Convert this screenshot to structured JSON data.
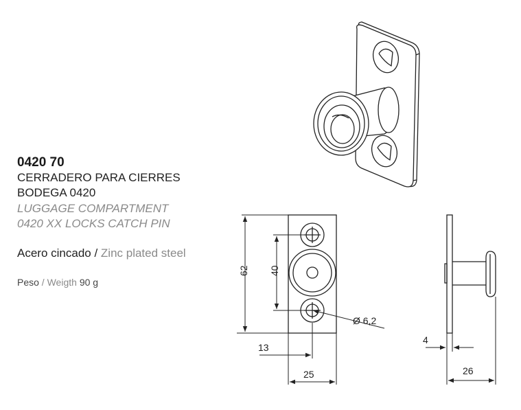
{
  "product": {
    "code": "0420 70",
    "name_es_line1": "CERRADERO PARA CIERRES",
    "name_es_line2": "BODEGA 0420",
    "name_en_line1": "LUGGAGE COMPARTMENT",
    "name_en_line2": "0420 XX  LOCKS CATCH  PIN"
  },
  "material": {
    "es": "Acero cincado",
    "separator": " / ",
    "en": "Zinc plated steel"
  },
  "weight": {
    "es": "Peso",
    "separator": " / ",
    "en": "Weigth",
    "value": "90 g"
  },
  "dimensions": {
    "height": "62",
    "hole_spacing": "40",
    "hole_diameter": "Ø 6,2",
    "hole_offset": "13",
    "width": "25",
    "plate_thickness": "4",
    "depth": "26"
  }
}
